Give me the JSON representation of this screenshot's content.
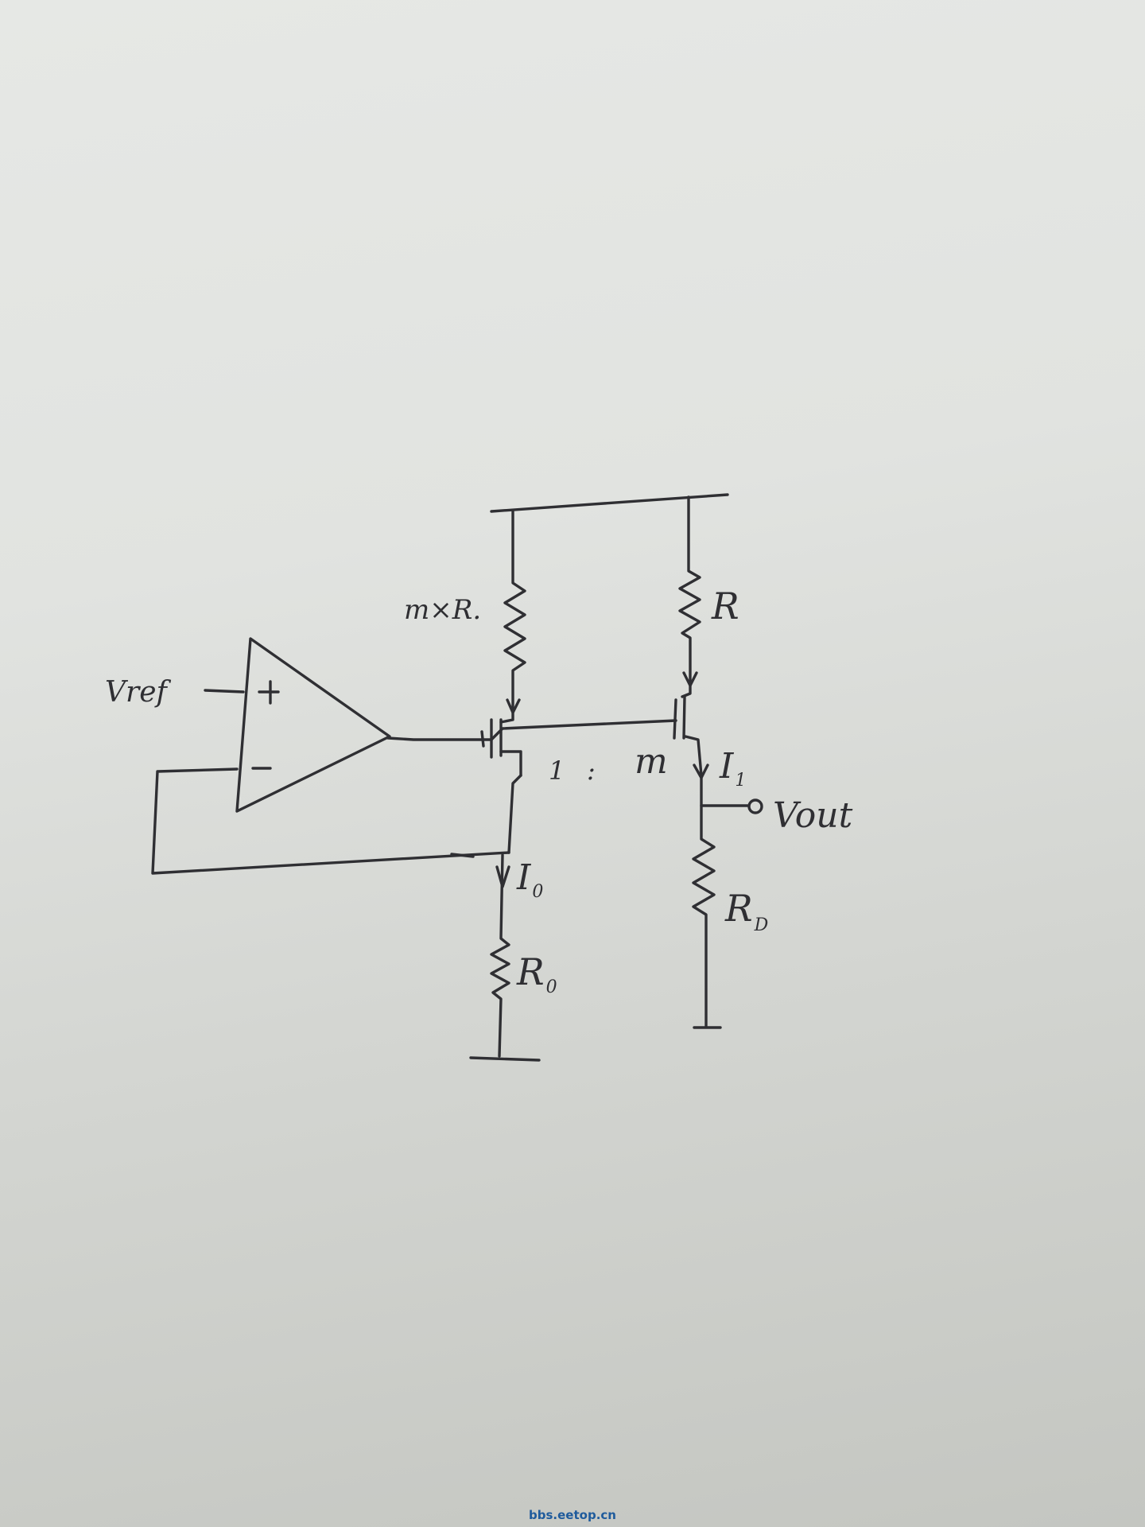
{
  "diagram": {
    "labels": {
      "vref": "Vref",
      "opamp_plus": "+",
      "opamp_minus": "−",
      "top_left_resistor": "m×R.",
      "top_right_resistor": "R",
      "ratio_left": "1",
      "ratio_sep": ":",
      "ratio_right": "m",
      "current_right": "I",
      "current_right_sub": "1",
      "current_left": "I",
      "current_left_sub": "0",
      "load_resistor": "R",
      "load_resistor_sub": "D",
      "bottom_resistor": "R",
      "bottom_resistor_sub": "0",
      "output": "Vout"
    }
  },
  "watermark": "bbs.eetop.cn"
}
